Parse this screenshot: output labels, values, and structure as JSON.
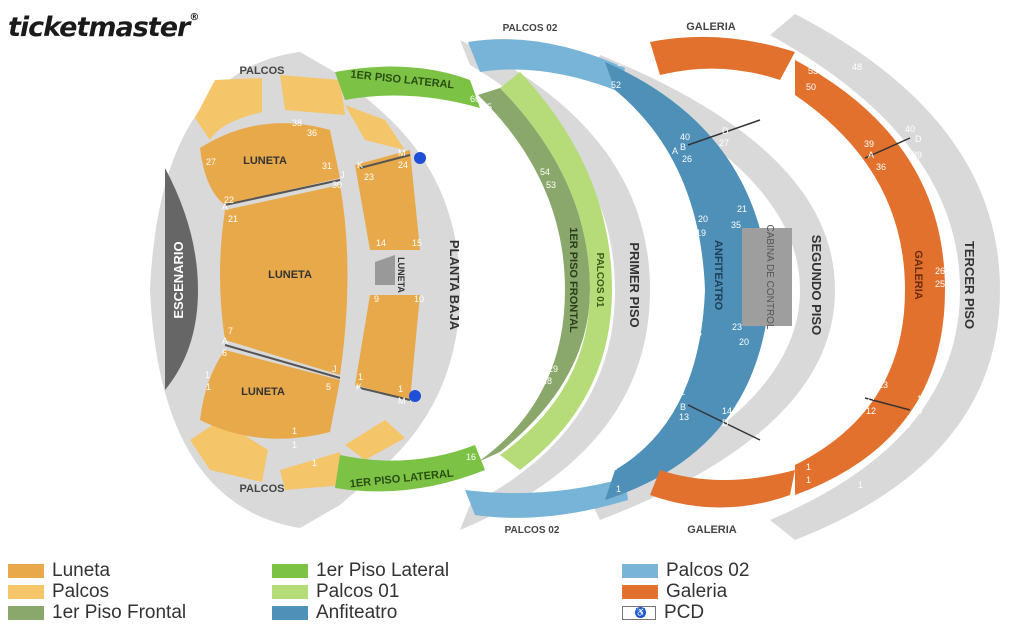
{
  "brand": {
    "logo_text": "ticketmaster"
  },
  "colors": {
    "luneta": "#e8a94a",
    "palcos": "#f5c56a",
    "piso1_frontal": "#8aa86c",
    "piso1_lateral": "#7cc244",
    "palcos01": "#b5dc78",
    "anfiteatro": "#4e90b8",
    "palcos02": "#78b4d8",
    "galeria": "#e2712e",
    "aisle": "#d4d4d4",
    "stage": "#666666"
  },
  "areas": {
    "escenario": "ESCENARIO",
    "planta_baja": "PLANTA BAJA",
    "primer_piso": "PRIMER PISO",
    "segundo_piso": "SEGUNDO PISO",
    "tercer_piso": "TERCER PISO",
    "cabina": "CABINA DE CONTROL"
  },
  "sections": {
    "luneta_top": "LUNETA",
    "luneta_mid": "LUNETA",
    "luneta_bottom": "LUNETA",
    "luneta_side": "LUNETA",
    "palcos_top": "PALCOS",
    "palcos_bottom": "PALCOS",
    "lateral_top": "1ER PISO LATERAL",
    "lateral_bottom": "1ER PISO LATERAL",
    "frontal": "1ER PISO FRONTAL",
    "palcos01": "PALCOS 01",
    "palcos02_top": "PALCOS 02",
    "palcos02_bottom": "PALCOS 02",
    "anfiteatro": "ANFITEATRO",
    "galeria_top": "GALERIA",
    "galeria_bottom": "GALERIA",
    "galeria_side": "GALERIA"
  },
  "seat_labels": [
    "38",
    "36",
    "27",
    "31",
    "30",
    "22",
    "21",
    "K",
    "M",
    "23",
    "24",
    "J",
    "A",
    "14",
    "15",
    "9",
    "10",
    "7",
    "6",
    "5",
    "1",
    "A",
    "J",
    "K",
    "M",
    "1",
    "1",
    "1",
    "1",
    "66",
    "65",
    "54",
    "53",
    "29",
    "28",
    "17",
    "16",
    "57",
    "52",
    "7",
    "H",
    "40",
    "D",
    "27",
    "A",
    "B",
    "26",
    "20",
    "21",
    "19",
    "35",
    "8",
    "23",
    "7",
    "20",
    "1",
    "14",
    "A",
    "B",
    "13",
    "D",
    "H",
    "6",
    "1",
    "1",
    "53",
    "50",
    "48",
    "39",
    "40",
    "D",
    "A",
    "36",
    "39",
    "25",
    "24",
    "26",
    "25",
    "13",
    "A",
    "10",
    "D",
    "12",
    "9",
    "1",
    "1",
    "1",
    "1",
    "1"
  ],
  "legend": [
    {
      "label": "Luneta",
      "color": "#e8a94a"
    },
    {
      "label": "Palcos",
      "color": "#f5c56a"
    },
    {
      "label": "1er Piso Frontal",
      "color": "#8aa86c"
    },
    {
      "label": "1er Piso Lateral",
      "color": "#7cc244"
    },
    {
      "label": "Palcos 01",
      "color": "#b5dc78"
    },
    {
      "label": "Anfiteatro",
      "color": "#4e90b8"
    },
    {
      "label": "Palcos 02",
      "color": "#78b4d8"
    },
    {
      "label": "Galeria",
      "color": "#e2712e"
    },
    {
      "label": "PCD",
      "color": "#ffffff"
    }
  ]
}
